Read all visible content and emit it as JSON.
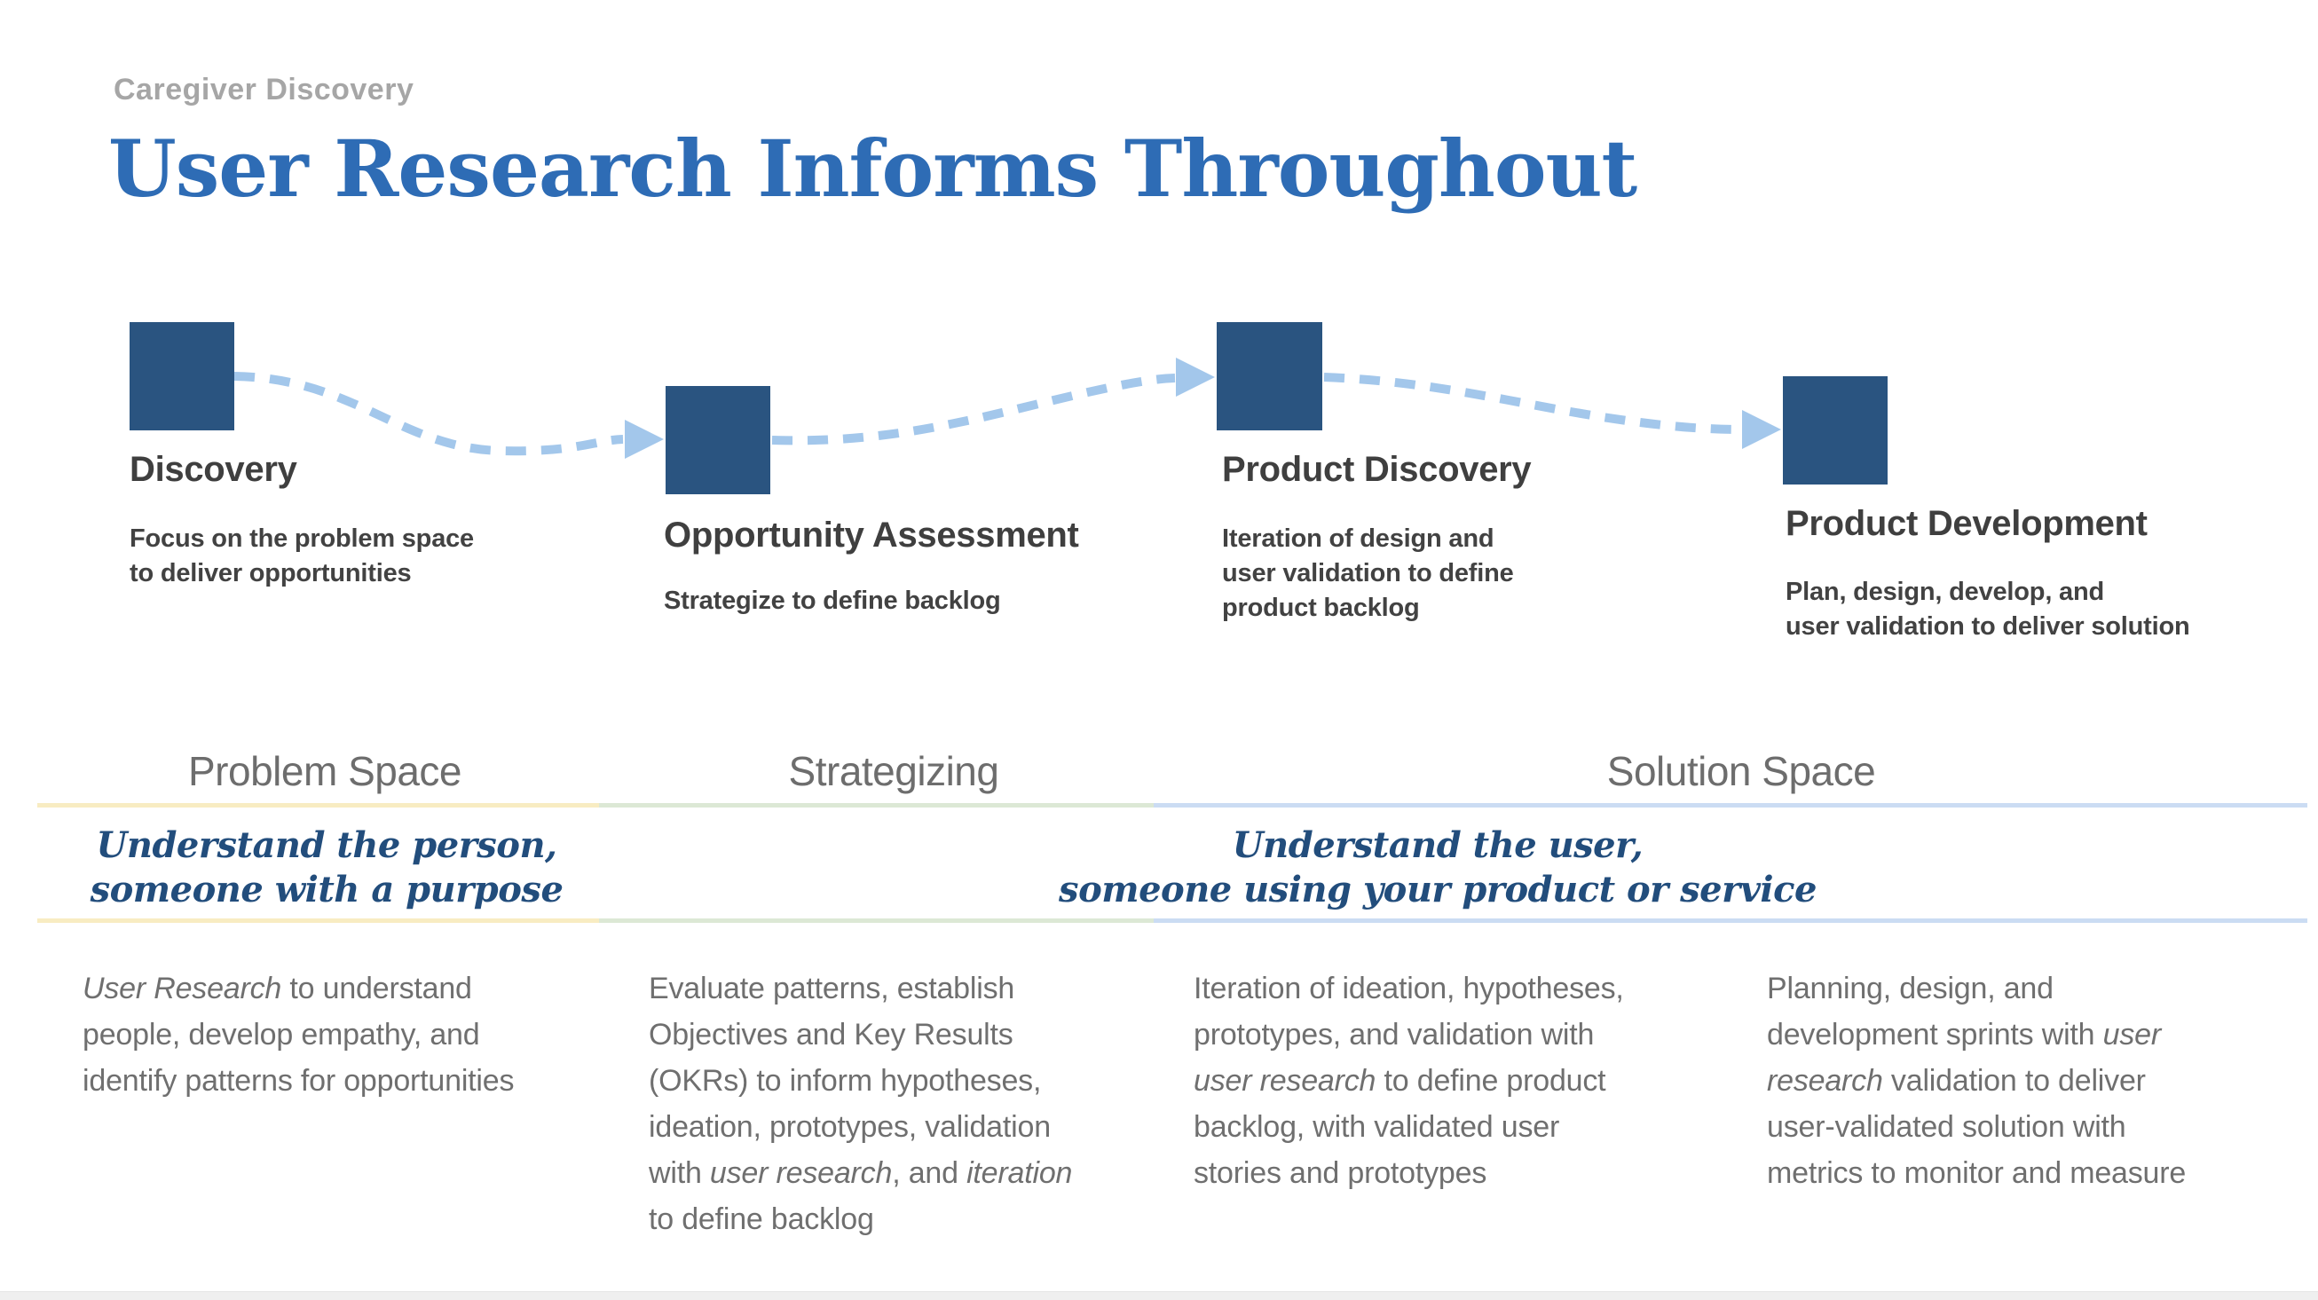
{
  "slide": {
    "eyebrow": "Caregiver Discovery",
    "title": "User Research Informs Throughout"
  },
  "flow": {
    "steps": [
      {
        "title": "Discovery",
        "desc": "Focus on the problem space\nto deliver opportunities"
      },
      {
        "title": "Opportunity Assessment",
        "desc": "Strategize to define backlog"
      },
      {
        "title": "Product Discovery",
        "desc": "Iteration of design and\nuser validation to define\nproduct backlog"
      },
      {
        "title": "Product Development",
        "desc": "Plan, design, develop, and\nuser validation  to deliver solution"
      }
    ]
  },
  "sections": {
    "headers": [
      {
        "label": "Problem Space"
      },
      {
        "label": "Strategizing"
      },
      {
        "label": "Solution Space"
      }
    ],
    "annotations": {
      "problem": "Understand the person,\nsomeone with a purpose",
      "solution": "Understand the user,\nsomeone using your product or service"
    }
  },
  "columns": {
    "problem_space": [
      {
        "t": "User Research",
        "i": true
      },
      {
        "t": " to understand\npeople, develop empathy, and\nidentify patterns for opportunities"
      }
    ],
    "strategizing": [
      {
        "t": "Evaluate patterns, establish\nObjectives and Key Results\n(OKRs) to inform hypotheses,\nideation, prototypes, validation\nwith "
      },
      {
        "t": "user research",
        "i": true
      },
      {
        "t": ", and "
      },
      {
        "t": "iteration",
        "i": true
      },
      {
        "t": "\nto define backlog"
      }
    ],
    "product_discovery": [
      {
        "t": "Iteration of ideation, hypotheses,\nprototypes, and validation with\n"
      },
      {
        "t": "user research",
        "i": true
      },
      {
        "t": " to define product\nbacklog, with validated user\nstories and prototypes"
      }
    ],
    "product_development": [
      {
        "t": "Planning, design, and\ndevelopment sprints with "
      },
      {
        "t": "user",
        "i": true
      },
      {
        "t": "\n"
      },
      {
        "t": "research",
        "i": true
      },
      {
        "t": " validation to deliver\nuser-validated solution with\nmetrics to monitor and measure"
      }
    ]
  },
  "colors": {
    "title_blue": "#2e6cb5",
    "eyebrow_gray": "#a6a6a6",
    "square_blue": "#2a5480",
    "arrow_blue": "#a3c7eb",
    "heading_dark": "#3f3f3f",
    "section_gray": "#6d6d6d",
    "annotation_navy": "#224d7c",
    "body_gray": "#6f6f6f",
    "divider_yellow": "#f8ecc2",
    "divider_green": "#dce8d5",
    "divider_blue": "#cbdcf3"
  }
}
